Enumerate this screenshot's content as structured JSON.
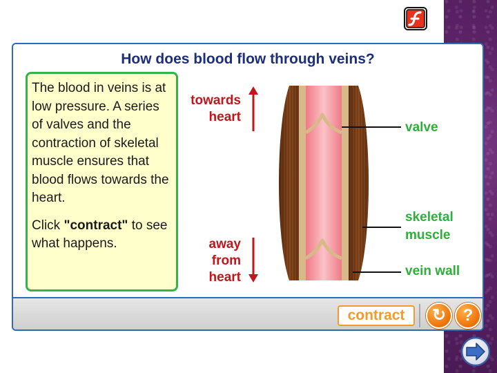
{
  "title": "How does blood flow through veins?",
  "explanation": {
    "paragraph1": "The blood in veins is at low pressure. A series of valves and the contraction of skeletal muscle ensures that blood flows towards the heart.",
    "click_prefix": "Click ",
    "click_emph": "\"contract\"",
    "click_suffix": " to see what happens."
  },
  "directions": {
    "up_line1": "towards",
    "up_line2": "heart",
    "down_line1": "away",
    "down_line2": "from",
    "down_line3": "heart"
  },
  "labels": {
    "valve": "valve",
    "skeletal_line1": "skeletal",
    "skeletal_line2": "muscle",
    "vein_wall": "vein wall"
  },
  "buttons": {
    "contract": "contract",
    "reset_icon": "↻",
    "help": "?"
  },
  "icons": {
    "flash": "flash-logo-icon",
    "next": "next-arrow-icon",
    "reset": "reset-icon",
    "help": "help-icon"
  },
  "colors": {
    "title": "#1b2f7a",
    "arrow_labels": "#c0161c",
    "green_labels": "#2fae3a",
    "text_box_bg": "#ffffcc",
    "text_box_border": "#34b34a",
    "contract_button": "#f39a2b",
    "round_buttons": "#f07a10",
    "panel_border": "#2f6ab3",
    "side_strip": "#5d2368"
  }
}
